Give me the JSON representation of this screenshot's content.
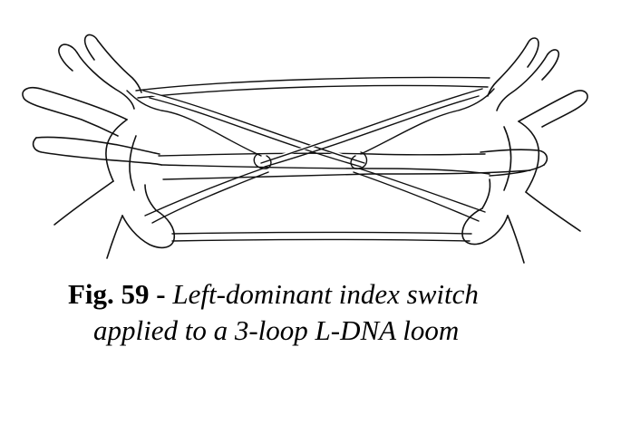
{
  "caption": {
    "label": "Fig. 59 -",
    "title_line1": "Left-dominant index switch",
    "title_line2": "applied to a 3-loop L-DNA loom"
  },
  "figure": {
    "subject": "hands-holding-string-figure-icon",
    "ink_color": "#111111",
    "background_color": "#ffffff"
  }
}
